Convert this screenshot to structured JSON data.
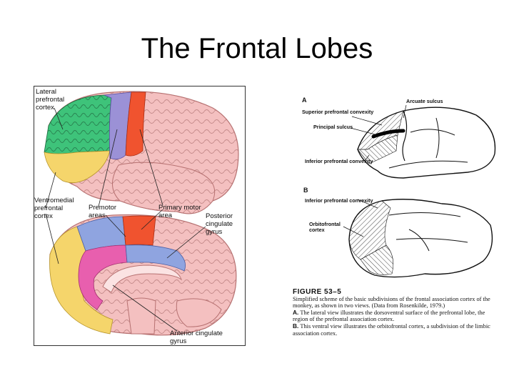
{
  "title": "The Frontal Lobes",
  "colors": {
    "lateral_prefrontal": "#3ec37a",
    "ventromedial_prefrontal": "#f5d56b",
    "premotor": "#9b91d6",
    "primary_motor": "#f0532f",
    "posterior_cingulate": "#8fa4e0",
    "anterior_cingulate": "#e85fae",
    "brain_base": "#f4c0c0"
  },
  "left_labels": {
    "lateral_prefrontal": "Lateral\nprefrontal\ncortex",
    "ventromedial": "Ventromedial\nprefrontal\ncortex",
    "premotor": "Premotor\nareas",
    "primary_motor": "Primary motor\narea",
    "posterior_cingulate": "Posterior\ncingulate\ngyrus",
    "anterior_cingulate": "Anterior cingulate\ngyrus"
  },
  "right_labels": {
    "view_a": "A",
    "view_b": "B",
    "arcuate_sulcus": "Arcuate sulcus",
    "superior_convexity": "Superior prefrontal convexity",
    "principal_sulcus": "Principal sulcus",
    "inferior_convexity_a": "Inferior prefrontal convexity",
    "inferior_convexity_b": "Inferior prefrontal convexity",
    "orbitofrontal": "Orbitofrontal\ncortex"
  },
  "caption": {
    "figure": "FIGURE 53–5",
    "line1": "Simplified scheme of the basic subdivisions of the frontal association cortex of the monkey, as shown in two views. (Data from Rosenkilde, 1979.)",
    "a_key": "A.",
    "a_text": "The lateral view illustrates the dorsoventral surface of the prefrontal lobe, the region of the prefrontal association cortex.",
    "b_key": "B.",
    "b_text": "This ventral view illustrates the orbitofrontal cortex, a subdivision of the limbic association cortex."
  }
}
